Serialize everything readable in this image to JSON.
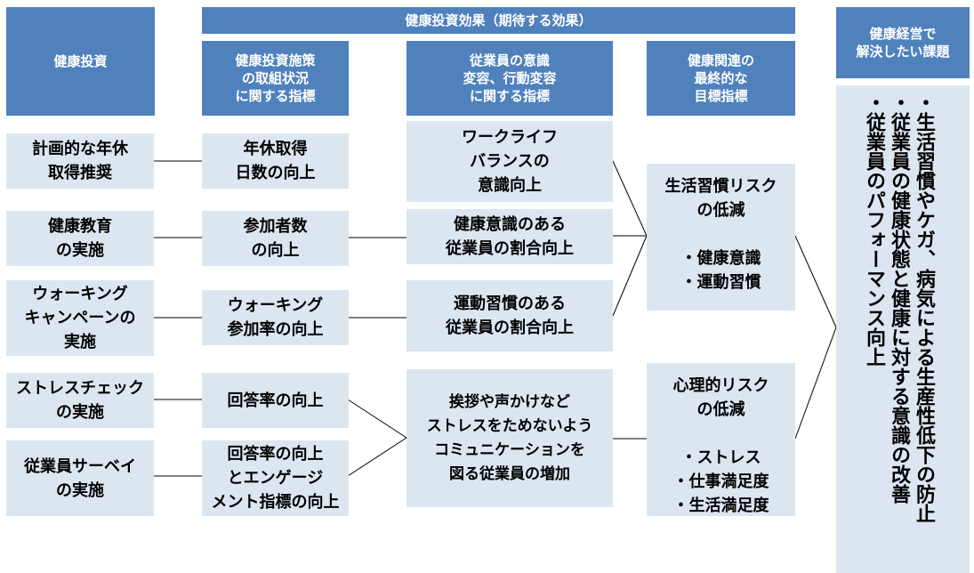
{
  "headers": {
    "investment": "健康投資",
    "effects": "健康投資効果（期待する効果）",
    "measures": "健康投資施策\nの取組状況\nに関する指標",
    "awareness": "従業員の意識\n変容、行動変容\nに関する指標",
    "goals": "健康関連の\n最終的な\n目標指標",
    "issues": "健康経営で\n解決したい課題"
  },
  "investments": [
    "計画的な年休\n取得推奨",
    "健康教育\nの実施",
    "ウォーキング\nキャンペーンの\n実施",
    "ストレスチェック\nの実施",
    "従業員サーベイ\nの実施"
  ],
  "measures": [
    "年休取得\n日数の向上",
    "参加者数\nの向上",
    "ウォーキング\n参加率の向上",
    "回答率の向上",
    "回答率の向上\nとエンゲージ\nメント指標の向上"
  ],
  "awareness": [
    "ワークライフ\nバランスの\n意識向上",
    "健康意識のある\n従業員の割合向上",
    "運動習慣のある\n従業員の割合向上",
    "挨拶や声かけなど\nストレスをためないよう\nコミュニケーションを\n図る従業員の増加"
  ],
  "goals": [
    "生活習慣リスク\nの低減\n\n・健康意識\n・運動習慣",
    "心理的リスク\nの低減\n\n・ストレス\n・仕事満足度\n・生活満足度"
  ],
  "issues": [
    "・生活習慣やケガ、病気による生産性低下の防止",
    "・従業員の健康状態と健康に対する意識の改善",
    "・従業員のパフォーマンス向上"
  ]
}
